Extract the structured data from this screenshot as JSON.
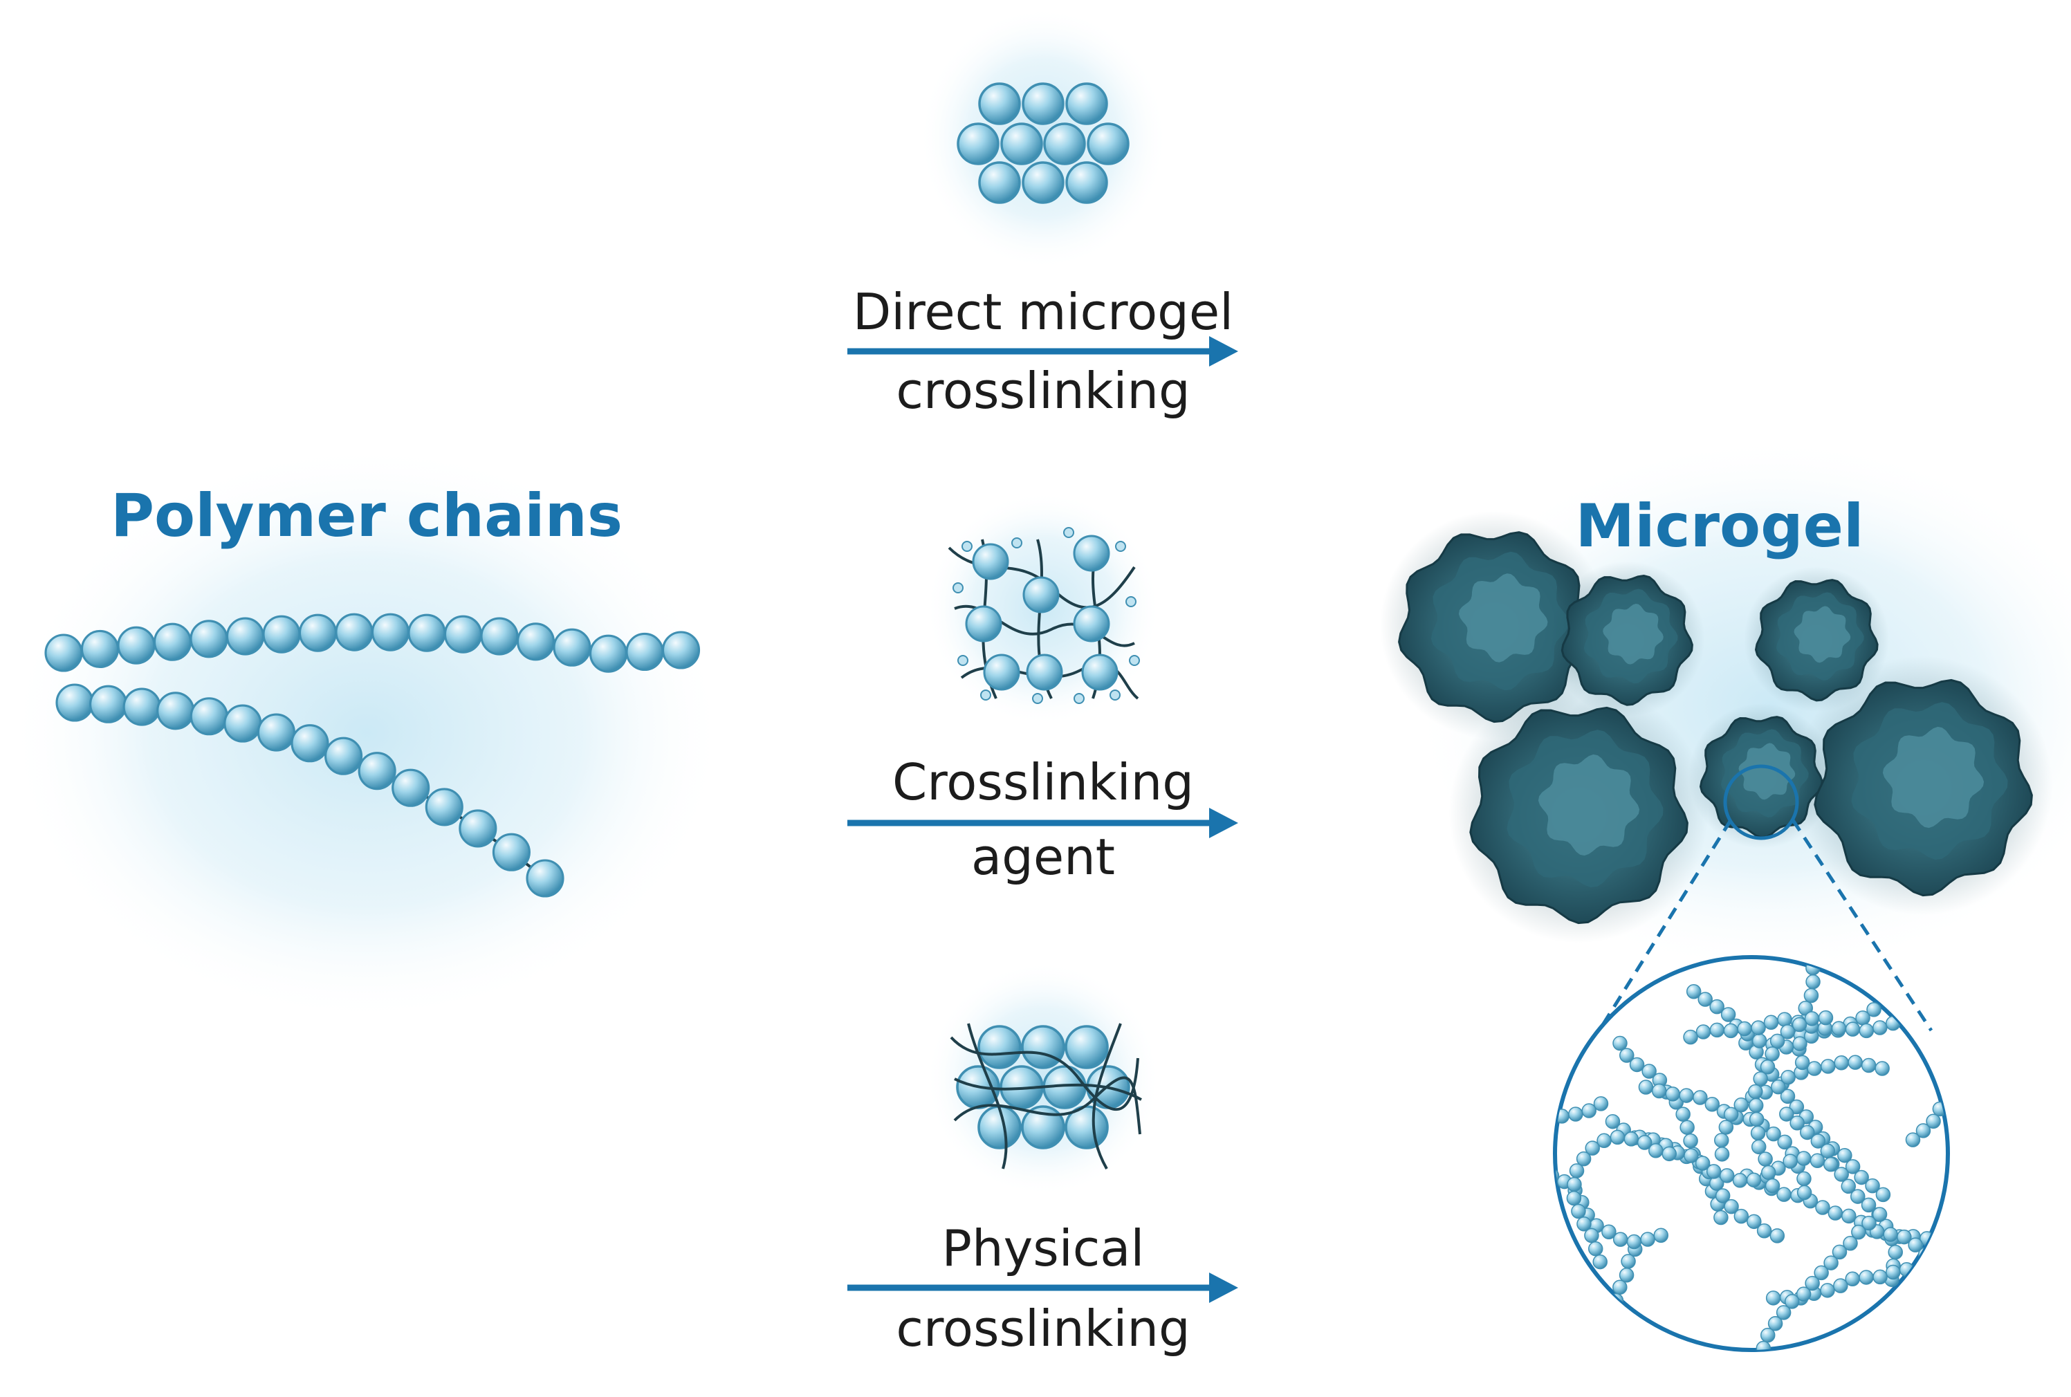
{
  "colors": {
    "accent": "#1a74ad",
    "bead_light": "#dff3fb",
    "bead_mid": "#8ccbe3",
    "bead_dark": "#3f8fb2",
    "chain": "#1f3f4a",
    "gel_dark": "#1f4e5c",
    "gel_mid": "#3b7686",
    "halo": "#bfe2f2",
    "label": "#1c1c1c"
  },
  "diagram": {
    "left": {
      "title": "Polymer chains"
    },
    "right": {
      "title": "Microgel"
    },
    "routes": [
      {
        "line1": "Direct microgel",
        "line2": "crosslinking",
        "icon": "packed-beads-icon"
      },
      {
        "line1": "Crosslinking",
        "line2": "agent",
        "icon": "agent-network-icon"
      },
      {
        "line1": "Physical",
        "line2": "crosslinking",
        "icon": "entangled-beads-icon"
      }
    ]
  }
}
